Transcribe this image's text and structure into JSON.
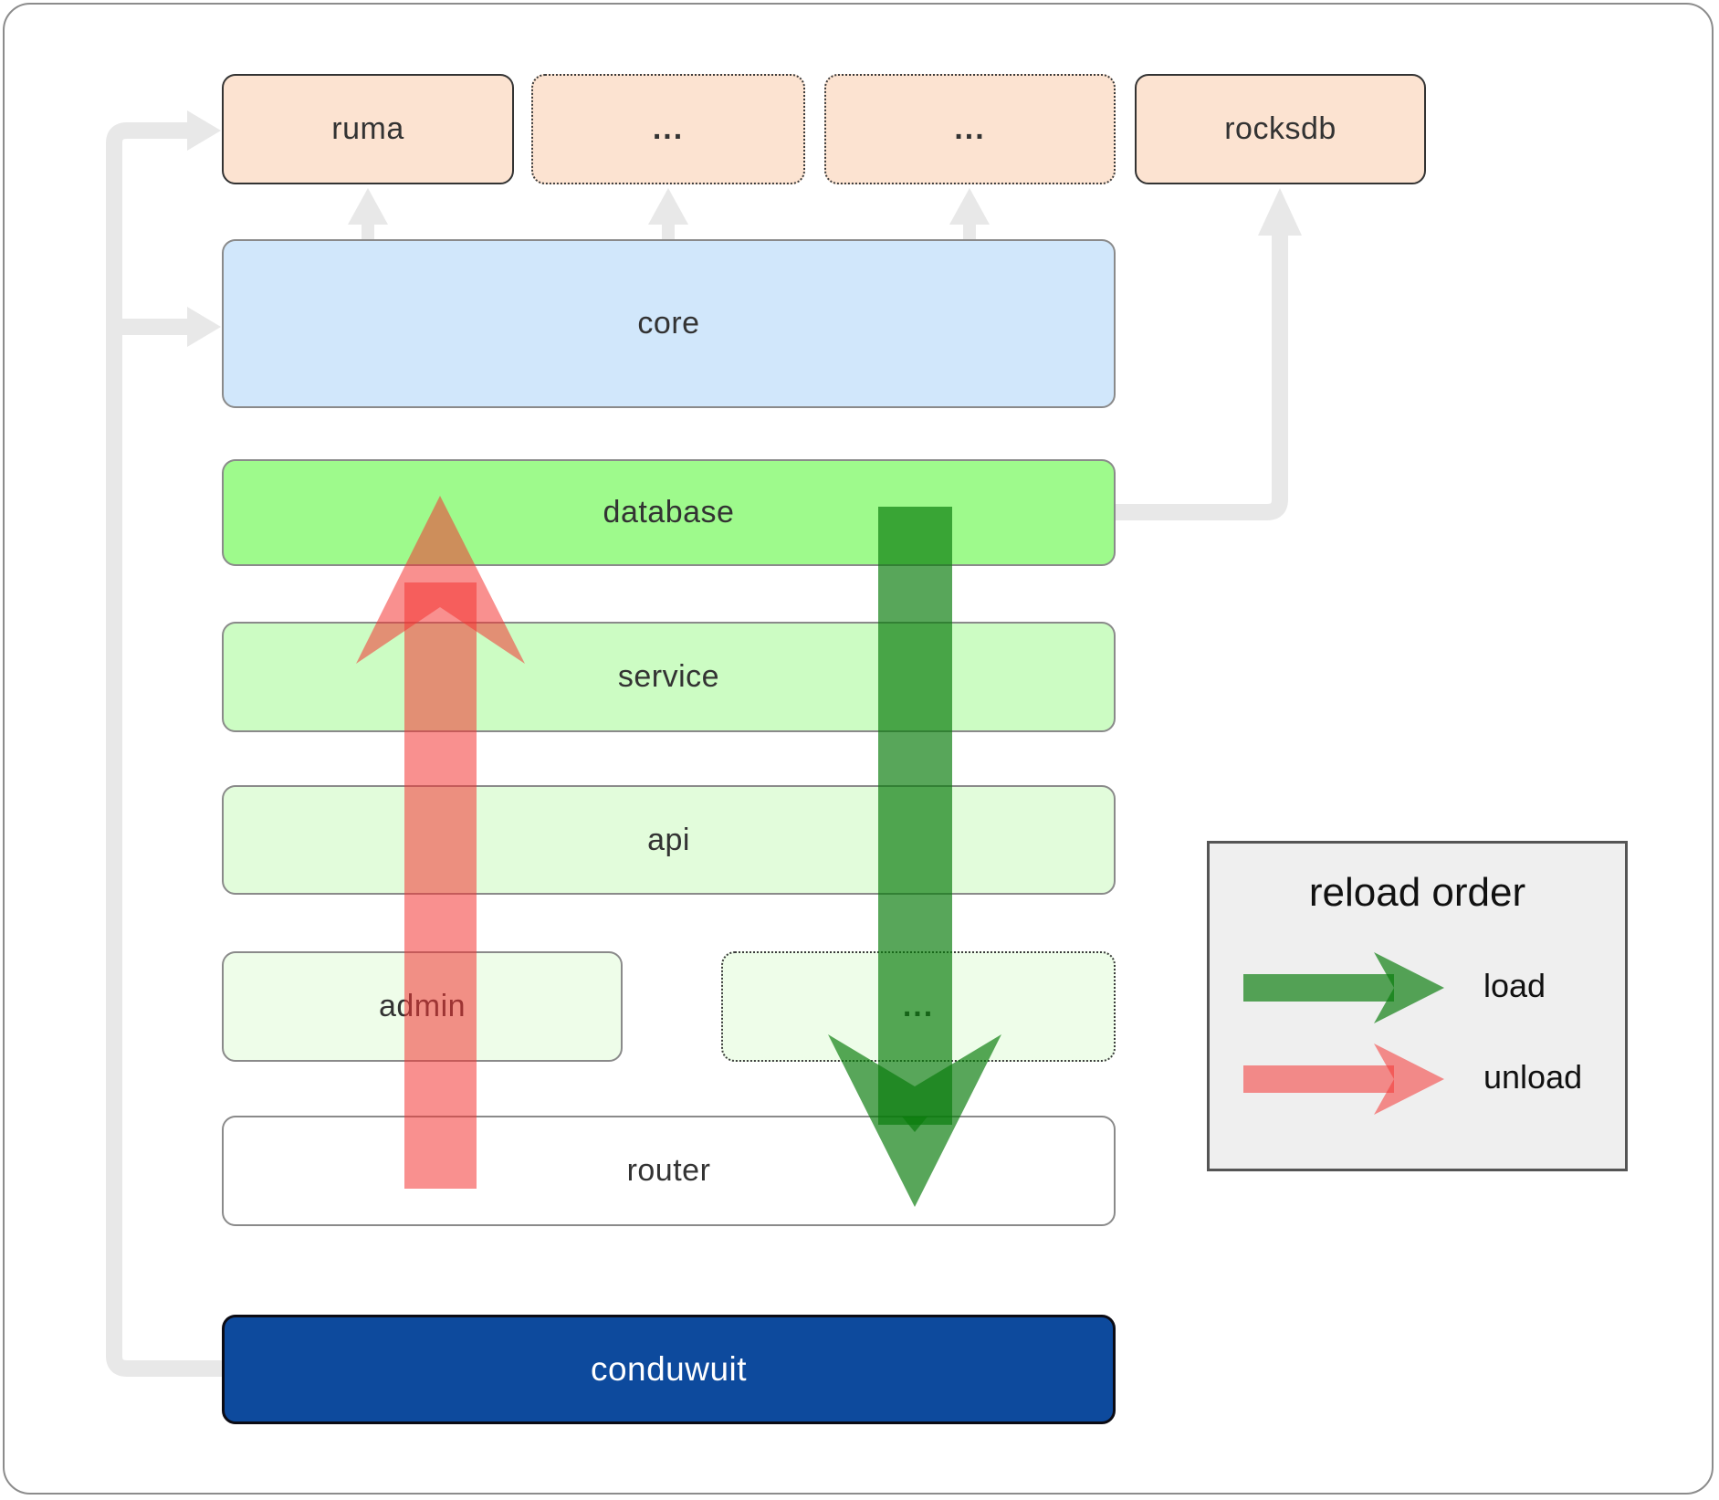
{
  "diagram": {
    "title_hint": "conduwuit architecture reload diagram",
    "top_row": {
      "ruma": {
        "label": "ruma"
      },
      "ellipsis1": {
        "label": "..."
      },
      "ellipsis2": {
        "label": "..."
      },
      "rocksdb": {
        "label": "rocksdb"
      }
    },
    "layers": {
      "core": {
        "label": "core"
      },
      "database": {
        "label": "database"
      },
      "service": {
        "label": "service"
      },
      "api": {
        "label": "api"
      }
    },
    "admin_row": {
      "admin": {
        "label": "admin"
      },
      "ellipsis3": {
        "label": "..."
      }
    },
    "router": {
      "label": "router"
    },
    "conduwuit": {
      "label": "conduwuit"
    },
    "legend": {
      "title": "reload order",
      "items": [
        {
          "label": "load",
          "color": "#097c0c"
        },
        {
          "label": "unload",
          "color": "#f43533"
        }
      ]
    },
    "colors": {
      "peach": "#fce3d1",
      "core_blue": "#d1e7fb",
      "database_green": "#9efa8c",
      "service_green": "#ccfcc3",
      "api_green": "#e2fcdb",
      "admin_green": "#eefde9",
      "router_white": "#ffffff",
      "conduwuit_blue": "#0d4a9d",
      "connector_gray": "#e8e8e8",
      "load_arrow_green": "#097c0c",
      "unload_arrow_red": "#f43533",
      "legend_bg": "#efefef"
    }
  }
}
